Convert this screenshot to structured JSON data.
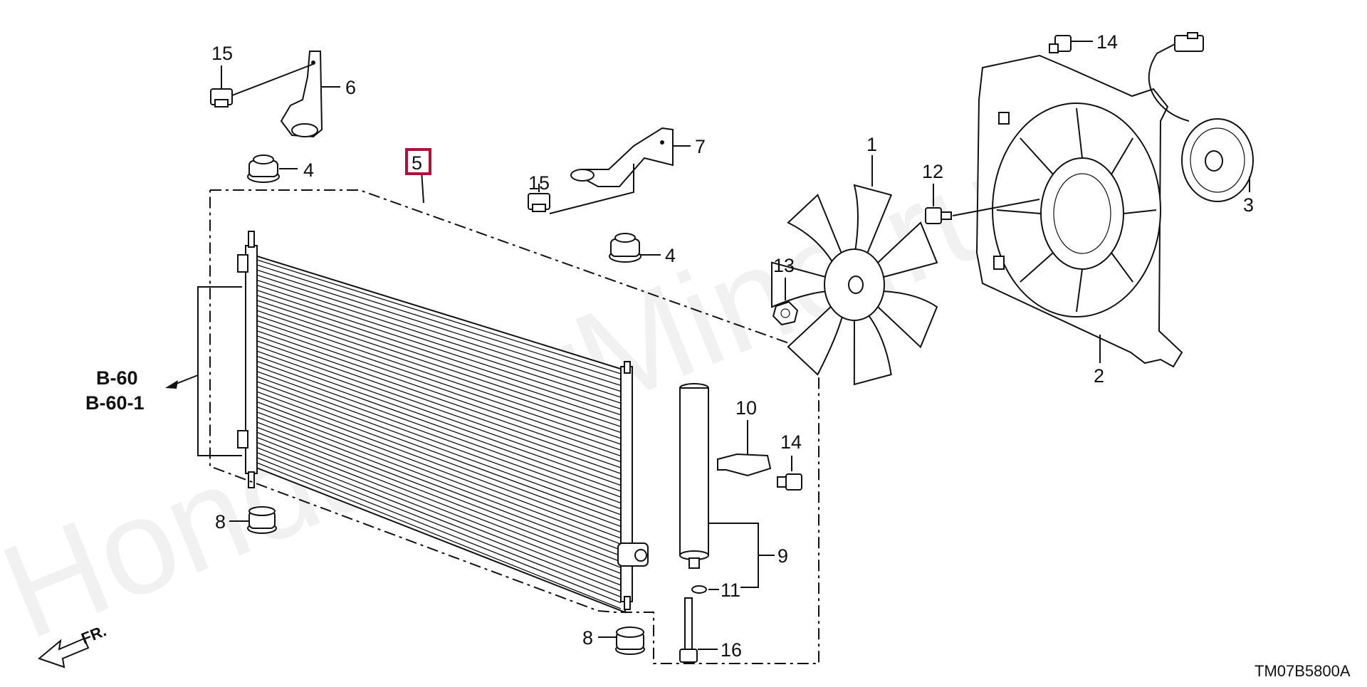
{
  "diagram": {
    "watermark": "HondaCarMine.ru",
    "diagram_code": "TM07B5800A",
    "highlighted_part": "5",
    "highlight_color": "#b0103a",
    "direction_label": "FR.",
    "references": [
      "B-60",
      "B-60-1"
    ],
    "callouts": {
      "c1": "1",
      "c2": "2",
      "c3": "3",
      "c4a": "4",
      "c4b": "4",
      "c5": "5",
      "c6": "6",
      "c7": "7",
      "c8a": "8",
      "c8b": "8",
      "c9": "9",
      "c10": "10",
      "c11": "11",
      "c12": "12",
      "c13": "13",
      "c14a": "14",
      "c14b": "14",
      "c15a": "15",
      "c15b": "15",
      "c16": "16"
    }
  }
}
